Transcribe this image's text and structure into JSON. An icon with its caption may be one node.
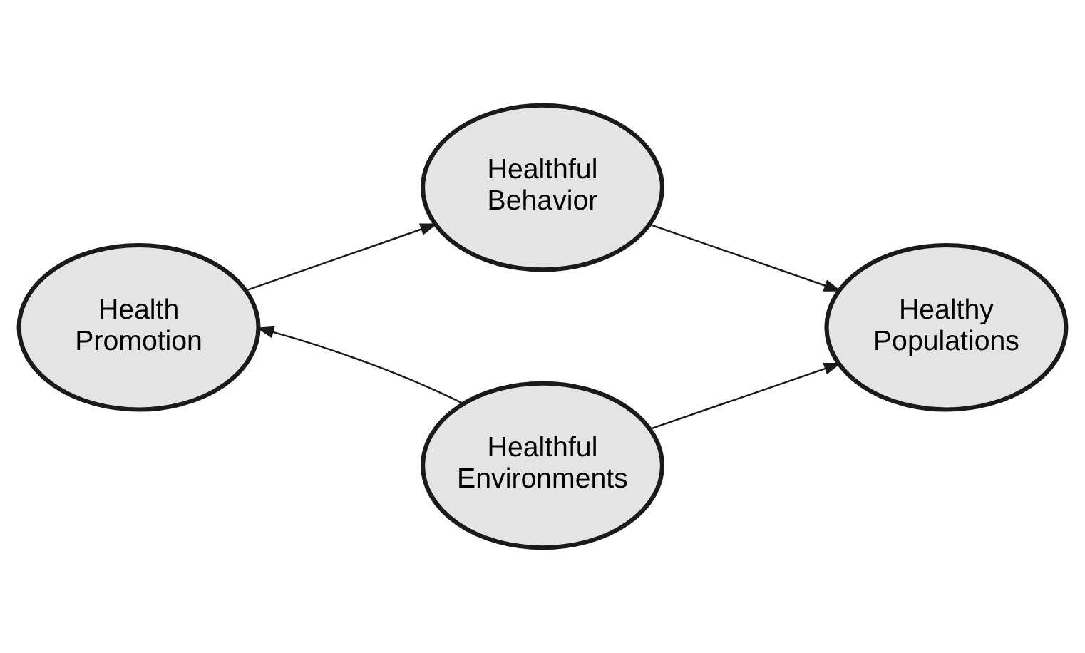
{
  "diagram": {
    "nodes": [
      {
        "text": [
          "Healthful Behavior"
        ]
      },
      {
        "text": [
          "Health Promotion"
        ]
      },
      {
        "text": [
          "Healthy Populations"
        ]
      },
      {
        "text": [
          "Healthful Environments"
        ]
      }
    ],
    "edges": [
      {
        "from": 1,
        "to": 0,
        "arrow": "to"
      },
      {
        "from": 0,
        "to": 2,
        "arrow": "to"
      },
      {
        "from": 3,
        "to": 1,
        "arrow": "to"
      },
      {
        "from": 3,
        "to": 2,
        "arrow": "to"
      }
    ]
  }
}
